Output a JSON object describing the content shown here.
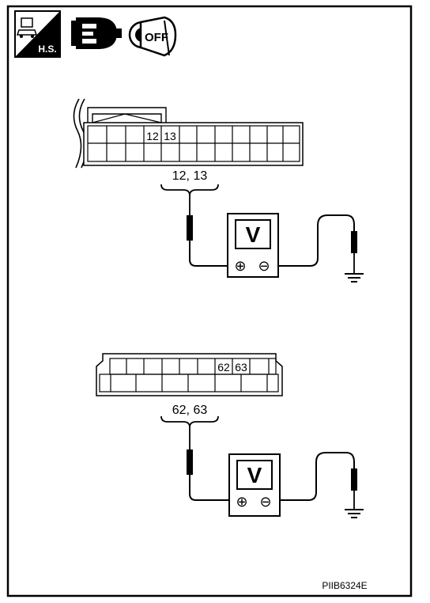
{
  "header_icons": {
    "hs_badge": "H.S.",
    "key_position": "OFF"
  },
  "connector_top": {
    "pin_labels": [
      "12",
      "13"
    ],
    "probe_label": "12, 13"
  },
  "meter_top": {
    "symbol": "V",
    "plus": "⊕",
    "minus": "⊖"
  },
  "connector_bottom": {
    "pin_labels": [
      "62",
      "63"
    ],
    "probe_label": "62, 63"
  },
  "meter_bottom": {
    "symbol": "V",
    "plus": "⊕",
    "minus": "⊖"
  },
  "figure_code": "PIIB6324E"
}
